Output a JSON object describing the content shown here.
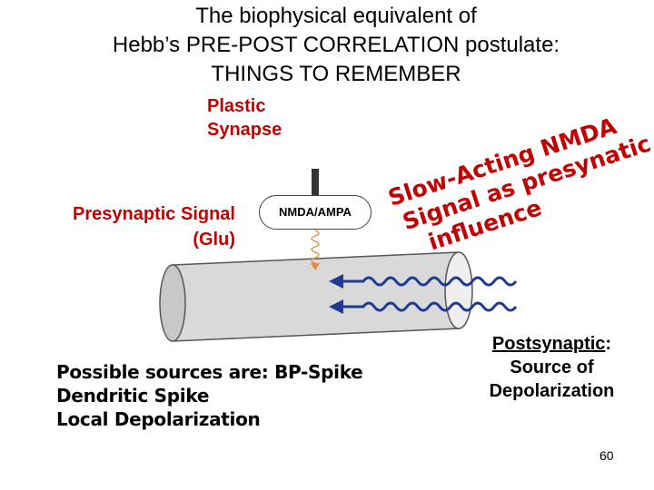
{
  "title": {
    "line1": "The biophysical equivalent of",
    "line2": "Hebb’s PRE-POST CORRELATION postulate:",
    "line3": "THINGS TO REMEMBER"
  },
  "plastic_synapse": {
    "line1": "Plastic",
    "line2": "Synapse"
  },
  "presynaptic_signal": {
    "line1": "Presynaptic Signal",
    "line2": "(Glu)"
  },
  "receptor_label": "NMDA/AMPA",
  "slow_text": {
    "line1": "Slow-Acting NMDA",
    "line2": "Signal as presynatic",
    "line3": "influence"
  },
  "sources": {
    "line1": "Possible sources are: BP-Spike",
    "line2": "Dendritic Spike",
    "line3": "Local Depolarization"
  },
  "postsynaptic": {
    "heading": "Postsynaptic",
    "colon": ":",
    "line2": "Source of",
    "line3": "Depolarization"
  },
  "page_number": "60",
  "colors": {
    "accent_red": "#c00000",
    "dendrite_gray": "#d9d9d9",
    "arrow_blue": "#1f3a93",
    "wave_orange": "#e08a3c"
  }
}
